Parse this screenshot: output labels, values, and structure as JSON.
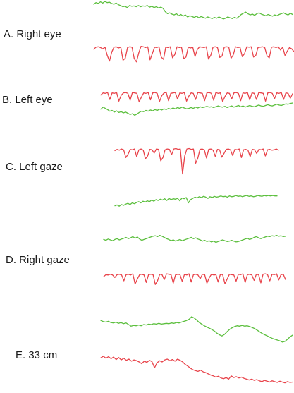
{
  "colors": {
    "red_trace": "#e8434a",
    "green_trace": "#5cbf3e"
  },
  "chart_data": {
    "type": "line",
    "panels": [
      {
        "label": "A. Right eye",
        "series": [
          {
            "color": "green",
            "y": [
              1.2,
              1.6,
              1.4,
              1.8,
              1.5,
              1.9,
              1.6,
              1.7,
              1.4,
              1.2,
              1.5,
              1.1,
              0.9,
              0.6,
              0.7,
              0.4,
              0.9,
              0.7,
              0.8,
              0.6,
              0.9,
              0.6,
              0.8,
              0.7,
              0.9,
              0.5,
              0.7,
              0.4,
              0.6,
              0.3,
              0.5,
              0.2,
              -0.6,
              -1.1,
              -0.9,
              -1.2,
              -1.4,
              -1.1,
              -1.6,
              -1.3,
              -1.7,
              -1.4,
              -1.9,
              -1.6,
              -1.8,
              -2.0,
              -1.7,
              -2.1,
              -1.8,
              -2.0,
              -2.2,
              -1.9,
              -2.1,
              -2.3,
              -2.0,
              -2.2,
              -1.9,
              -2.1,
              -2.4,
              -2.2,
              -1.9,
              -2.1,
              -2.3,
              -2.0,
              -2.2,
              -1.8,
              -1.3,
              -1.0,
              -0.7,
              -1.1,
              -1.4,
              -1.2,
              -1.5,
              -1.1,
              -0.9,
              -1.2,
              -1.4,
              -1.6,
              -1.3,
              -1.5,
              -1.7,
              -1.4,
              -1.6,
              -1.3,
              -1.1,
              -0.9,
              -1.2,
              -1.4,
              -1.0,
              -1.3
            ]
          },
          {
            "color": "red",
            "y": [
              -0.3,
              0.2,
              0.3,
              0.1,
              -0.2,
              0.2,
              -1.8,
              -3.2,
              -1.0,
              0.2,
              0.3,
              0.0,
              0.2,
              -3.0,
              -2.5,
              0.1,
              0.3,
              0.2,
              -2.6,
              -3.4,
              -1.2,
              0.4,
              0.3,
              0.1,
              0.3,
              -2.9,
              -1.4,
              0.2,
              0.1,
              0.3,
              -2.2,
              -2.8,
              0.2,
              0.1,
              0.3,
              -2.4,
              -1.6,
              0.3,
              0.1,
              0.2,
              -2.6,
              -2.2,
              0.2,
              0.0,
              0.2,
              -2.1,
              -0.4,
              0.3,
              0.2,
              0.1,
              0.3,
              -2.7,
              -1.8,
              0.2,
              0.3,
              0.1,
              -2.3,
              -2.0,
              0.2,
              0.3,
              0.2,
              -2.5,
              -1.7,
              0.3,
              0.1,
              0.2,
              -2.1,
              -1.4,
              0.3,
              0.2,
              0.3,
              -2.2,
              -1.8,
              0.1,
              0.2,
              0.3,
              0.1,
              -1.9,
              -2.4,
              0.2,
              0.3,
              0.1,
              0.3,
              -0.5,
              0.2,
              -1.8,
              -0.8,
              0.1,
              -0.2,
              -0.9
            ]
          }
        ]
      },
      {
        "label": "B. Left eye",
        "series": [
          {
            "color": "red",
            "y": [
              -0.1,
              0.4,
              0.3,
              0.5,
              -1.2,
              0.4,
              0.3,
              0.5,
              -1.6,
              -0.2,
              0.4,
              0.5,
              0.3,
              -1.4,
              0.5,
              0.4,
              0.3,
              -1.8,
              -0.6,
              0.4,
              0.3,
              0.5,
              -1.3,
              0.4,
              0.5,
              0.3,
              -1.7,
              -0.3,
              0.4,
              0.5,
              -1.5,
              0.3,
              0.4,
              0.5,
              -1.1,
              0.4,
              0.3,
              0.5,
              -1.6,
              -0.4,
              0.4,
              0.3,
              -1.2,
              0.5,
              0.4,
              0.3,
              -1.5,
              0.4,
              0.5,
              0.3,
              -1.4,
              0.5,
              0.3,
              0.4,
              -1.7,
              -0.5,
              0.4,
              0.3,
              -1.1,
              0.4,
              0.5,
              0.3,
              -1.5,
              0.4,
              0.3,
              0.5,
              -1.3,
              0.4,
              0.3,
              -1.2,
              0.5,
              0.4,
              0.3,
              -1.6,
              0.4,
              0.5,
              0.3,
              -1.0,
              0.4,
              0.3,
              0.5,
              -1.2,
              0.4,
              0.3,
              -0.9,
              0.2
            ]
          },
          {
            "color": "green",
            "y": [
              -0.3,
              0.2,
              -0.1,
              -0.4,
              -0.8,
              -0.6,
              -1.0,
              -0.7,
              -1.1,
              -0.9,
              -1.2,
              -1.0,
              -1.3,
              -1.6,
              -1.4,
              -1.8,
              -1.5,
              -1.1,
              -0.8,
              -0.9,
              -0.6,
              -0.8,
              -0.5,
              -0.7,
              -0.4,
              -0.6,
              -0.3,
              -0.5,
              -0.2,
              -0.4,
              -0.1,
              -0.3,
              0.0,
              -0.2,
              0.1,
              -0.1,
              0.2,
              0.0,
              -0.2,
              -0.1,
              0.1,
              -0.1,
              0.2,
              0.0,
              0.3,
              0.1,
              0.2,
              0.4,
              0.2,
              0.3,
              0.1,
              0.3,
              0.5,
              0.3,
              0.2,
              0.4,
              0.1,
              0.3,
              0.5,
              0.2,
              0.4,
              0.6,
              0.3,
              0.5,
              0.2,
              0.4,
              0.6,
              0.4,
              0.3,
              0.5,
              0.7,
              0.5,
              0.4,
              0.6,
              0.8,
              0.6,
              0.5,
              0.7,
              0.9,
              0.7,
              0.6,
              0.8,
              1.0,
              0.9,
              1.1,
              1.2
            ]
          }
        ]
      },
      {
        "label": "C. Left gaze",
        "series": [
          {
            "color": "red",
            "y": [
              0.1,
              0.4,
              0.2,
              0.5,
              0.3,
              -1.6,
              -0.8,
              0.4,
              0.3,
              0.5,
              -1.4,
              0.3,
              0.5,
              0.2,
              -1.9,
              -1.2,
              0.4,
              0.3,
              -0.5,
              0.5,
              0.4,
              -2.4,
              -1.6,
              0.3,
              0.5,
              0.4,
              -0.9,
              0.5,
              0.6,
              0.4,
              0.5,
              -5.6,
              -1.2,
              0.5,
              0.6,
              0.4,
              0.5,
              -3.0,
              -1.8,
              0.4,
              0.5,
              0.3,
              -1.7,
              0.4,
              0.5,
              0.2,
              -1.3,
              0.4,
              0.3,
              -1.5,
              -0.6,
              0.4,
              0.5,
              0.3,
              -1.1,
              0.4,
              0.3,
              0.5,
              -1.6,
              0.3,
              0.4,
              0.2,
              -1.4,
              0.4,
              0.3,
              -0.6,
              0.4,
              0.3,
              0.5,
              -1.2,
              0.3,
              0.4,
              0.2,
              0.3,
              0.5,
              0.2
            ]
          },
          {
            "color": "green",
            "y": [
              -2.0,
              -1.8,
              -2.1,
              -1.7,
              -1.9,
              -1.6,
              -1.4,
              -1.7,
              -1.3,
              -1.5,
              -1.2,
              -1.0,
              -1.3,
              -0.9,
              -1.1,
              -0.8,
              -1.0,
              -0.6,
              -0.9,
              -0.5,
              -0.7,
              -0.4,
              -0.6,
              -0.3,
              -0.7,
              -0.2,
              -0.5,
              -0.3,
              -0.4,
              -0.2,
              -0.8,
              -0.1,
              -0.3,
              0.0,
              -1.3,
              -0.5,
              -0.2,
              0.1,
              -0.1,
              0.2,
              0.0,
              0.3,
              0.1,
              -0.2,
              0.2,
              0.0,
              0.3,
              0.1,
              0.2,
              0.4,
              0.2,
              0.3,
              0.1,
              0.4,
              0.2,
              0.3,
              0.5,
              0.3,
              0.4,
              0.2,
              0.4,
              0.5,
              0.3,
              0.4,
              0.2,
              0.3,
              0.5,
              0.4,
              0.3,
              0.5,
              0.4,
              0.5,
              0.4,
              0.5,
              0.4,
              0.4
            ]
          }
        ]
      },
      {
        "label": "D. Right gaze",
        "series": [
          {
            "color": "green",
            "y": [
              0.1,
              -0.1,
              0.2,
              0.0,
              -0.2,
              0.1,
              0.3,
              0.0,
              0.2,
              0.4,
              0.6,
              0.3,
              0.5,
              0.8,
              0.4,
              0.7,
              0.2,
              -0.1,
              0.1,
              0.3,
              0.5,
              0.7,
              0.9,
              1.0,
              0.8,
              1.1,
              0.9,
              0.6,
              0.3,
              0.1,
              -0.2,
              0.0,
              -0.3,
              -0.1,
              0.1,
              -0.2,
              0.0,
              0.2,
              0.4,
              0.6,
              0.3,
              0.5,
              0.2,
              0.0,
              -0.3,
              -0.1,
              -0.4,
              -0.2,
              -0.5,
              -0.3,
              -0.6,
              -0.4,
              -0.2,
              0.0,
              -0.2,
              -0.4,
              -0.3,
              -0.1,
              -0.3,
              -0.5,
              -0.4,
              -0.2,
              0.0,
              0.2,
              0.4,
              0.1,
              0.3,
              0.6,
              0.8,
              0.5,
              0.3,
              0.5,
              0.7,
              0.9,
              0.8,
              1.0,
              0.9,
              1.1,
              0.9,
              1.0,
              0.8,
              0.9
            ]
          },
          {
            "color": "red",
            "y": [
              -0.2,
              0.3,
              0.2,
              0.4,
              0.2,
              -0.4,
              0.3,
              0.4,
              0.2,
              -1.2,
              0.3,
              0.4,
              0.2,
              0.5,
              -2.0,
              -0.8,
              0.3,
              0.4,
              0.2,
              -1.6,
              0.3,
              0.4,
              0.3,
              -2.1,
              -1.2,
              0.4,
              0.3,
              -0.9,
              0.5,
              0.4,
              0.3,
              -1.8,
              0.2,
              0.4,
              0.3,
              -1.4,
              0.4,
              0.2,
              0.5,
              -1.5,
              0.3,
              0.4,
              0.2,
              -0.7,
              0.4,
              0.3,
              -1.8,
              -0.5,
              0.4,
              0.2,
              0.3,
              -1.5,
              0.4,
              0.3,
              -1.9,
              -0.8,
              0.4,
              0.3,
              0.2,
              -1.3,
              0.4,
              0.3,
              0.5,
              -1.6,
              0.3,
              0.4,
              0.2,
              -1.1,
              0.4,
              0.3,
              -1.7,
              0.4,
              0.5,
              0.3,
              -1.2,
              0.4,
              0.3,
              0.5,
              -1.0,
              0.3,
              0.4,
              -0.9
            ]
          }
        ]
      },
      {
        "label": "E. 33 cm",
        "series": [
          {
            "color": "green",
            "y": [
              1.0,
              0.7,
              0.6,
              0.8,
              0.5,
              0.4,
              0.6,
              0.3,
              0.5,
              0.2,
              0.4,
              0.0,
              -0.4,
              -0.2,
              -0.3,
              -0.1,
              -0.3,
              0.0,
              -0.1,
              0.1,
              0.0,
              0.2,
              0.1,
              0.3,
              0.1,
              0.2,
              0.3,
              0.2,
              0.4,
              0.3,
              0.5,
              0.4,
              0.6,
              0.8,
              1.0,
              1.3,
              1.9,
              1.6,
              1.1,
              0.5,
              0.1,
              -0.3,
              -0.6,
              -0.9,
              -1.2,
              -1.6,
              -2.1,
              -2.5,
              -2.8,
              -2.4,
              -1.8,
              -1.2,
              -0.8,
              -0.5,
              -0.3,
              -0.4,
              -0.2,
              -0.4,
              -0.3,
              -0.5,
              -0.7,
              -1.0,
              -1.4,
              -1.8,
              -2.2,
              -2.5,
              -2.8,
              -3.1,
              -3.4,
              -3.6,
              -3.8,
              -4.0,
              -4.3,
              -4.1,
              -3.6,
              -3.0,
              -2.6
            ]
          },
          {
            "color": "red",
            "y": [
              2.2,
              2.6,
              2.1,
              2.5,
              2.0,
              2.4,
              1.8,
              2.3,
              1.7,
              2.1,
              1.6,
              1.9,
              1.4,
              1.7,
              1.5,
              1.2,
              0.8,
              1.4,
              1.1,
              1.6,
              1.3,
              -0.2,
              1.0,
              1.5,
              1.2,
              1.7,
              1.9,
              1.5,
              1.8,
              1.4,
              1.9,
              1.6,
              1.2,
              0.6,
              0.2,
              -0.3,
              -0.7,
              -0.9,
              -1.1,
              -0.8,
              -1.2,
              -1.4,
              -1.7,
              -2.0,
              -2.2,
              -2.5,
              -2.3,
              -2.7,
              -2.9,
              -2.6,
              -3.0,
              -2.2,
              -2.6,
              -2.4,
              -2.7,
              -2.5,
              -2.8,
              -3.0,
              -3.2,
              -3.0,
              -3.3,
              -3.1,
              -3.4,
              -3.6,
              -3.3,
              -3.5,
              -3.7,
              -3.4,
              -3.6,
              -3.8,
              -3.5,
              -3.7,
              -3.9,
              -3.6,
              -3.8,
              -3.7
            ]
          }
        ]
      }
    ]
  }
}
